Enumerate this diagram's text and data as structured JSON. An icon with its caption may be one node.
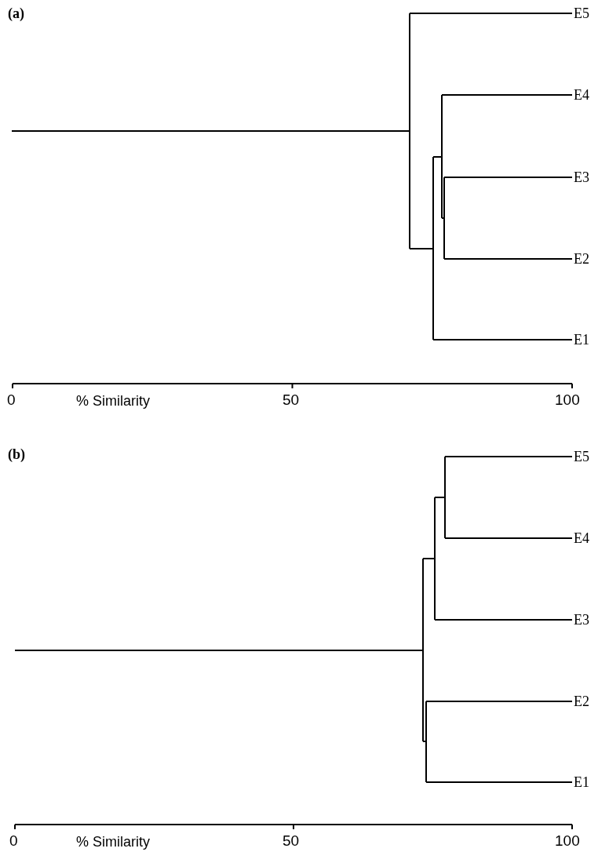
{
  "diagram": {
    "labels": [
      "(a)",
      "E5",
      "E4",
      "E3",
      "E2",
      "E1",
      "0",
      "% Similarity",
      "50",
      "100",
      "(b)",
      "E5",
      "E4",
      "E3",
      "E2",
      "E1",
      "0",
      "% Similarity",
      "50",
      "100"
    ]
  }
}
